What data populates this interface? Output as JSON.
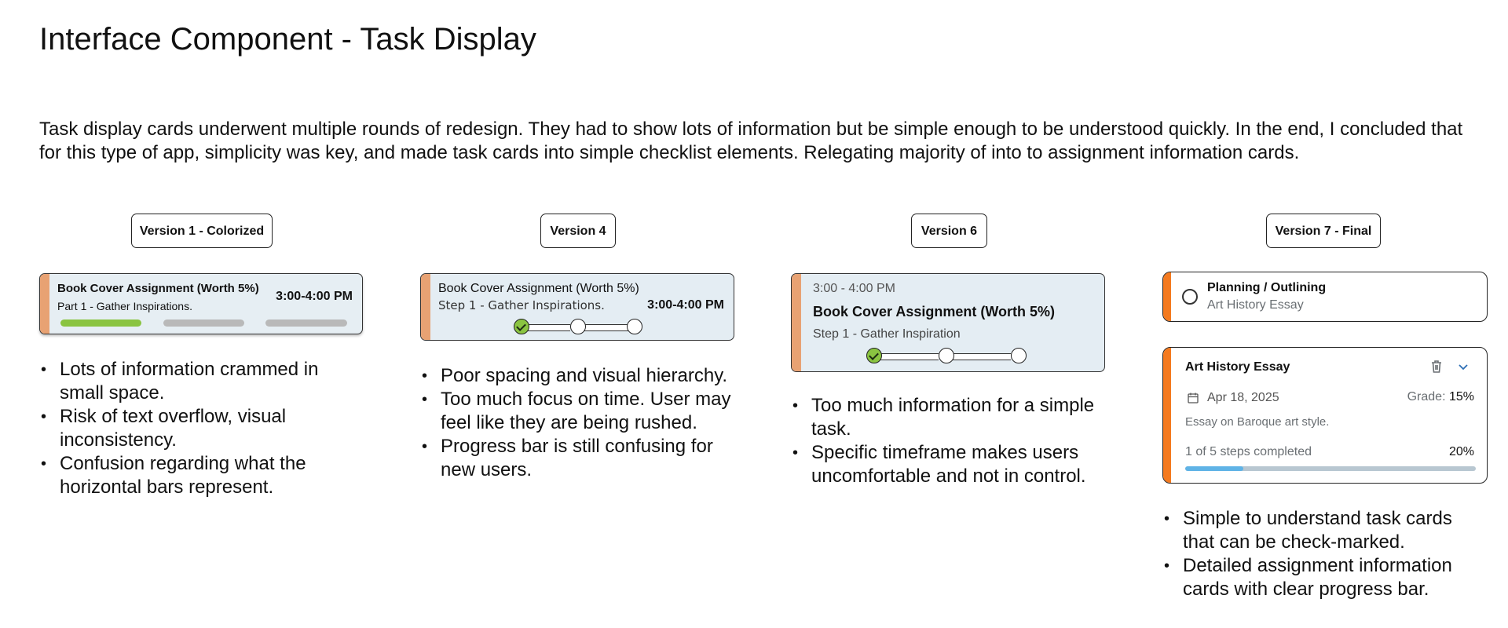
{
  "page": {
    "title": "Interface Component - Task Display",
    "intro": "Task display cards underwent multiple rounds of redesign. They had to show lots of information but be simple enough to be understood quickly. In the end, I concluded that for this type of app, simplicity was key, and made task cards into simple checklist elements. Relegating majority of into to assignment information cards."
  },
  "colors": {
    "accent_peach": "#e8a273",
    "accent_orange": "#f47a1f",
    "card_bg": "#e4edf3",
    "progress_green": "#8ac441",
    "progress_gray": "#b9b9b9",
    "progress_blue": "#5fb3e6",
    "progress_track": "#b8c7d1"
  },
  "v1": {
    "label": "Version 1 - Colorized",
    "card": {
      "title": "Book Cover Assignment (Worth 5%)",
      "step": "Part 1 - Gather Inspirations.",
      "time": "3:00-4:00 PM",
      "segments": [
        "complete",
        "incomplete",
        "incomplete"
      ]
    },
    "notes": [
      "Lots of information crammed in small space.",
      "Risk of text overflow, visual inconsistency.",
      "Confusion regarding what the horizontal bars represent."
    ]
  },
  "v4": {
    "label": "Version 4",
    "card": {
      "title": "Book Cover Assignment (Worth 5%)",
      "step": "Step 1 - Gather Inspirations.",
      "time": "3:00-4:00 PM",
      "steps_done": 1,
      "steps_total": 3
    },
    "notes": [
      "Poor spacing and visual hierarchy.",
      "Too much focus on time. User may feel like they are being rushed.",
      "Progress bar is still confusing for new users."
    ]
  },
  "v6": {
    "label": "Version 6",
    "card": {
      "time": "3:00 - 4:00 PM",
      "title": "Book Cover Assignment (Worth 5%)",
      "step": "Step 1 - Gather Inspiration",
      "steps_done": 1,
      "steps_total": 3
    },
    "notes": [
      "Too much information for a simple task.",
      "Specific timeframe makes users uncomfortable and not in control."
    ]
  },
  "v7": {
    "label": "Version 7 - Final",
    "task": {
      "title": "Planning / Outlining",
      "subtitle": "Art History Essay",
      "checked": false
    },
    "assignment": {
      "title": "Art History Essay",
      "date": "Apr 18, 2025",
      "grade_label": "Grade:",
      "grade_value": "15%",
      "description": "Essay on Baroque art style.",
      "progress_text": "1 of 5 steps completed",
      "progress_percent_label": "20%",
      "progress": 0.2,
      "icons": {
        "delete": "trash-icon",
        "expand": "chevron-down-icon",
        "date": "calendar-icon"
      }
    },
    "notes": [
      "Simple to understand task cards that can be check-marked.",
      "Detailed assignment information cards with clear progress bar."
    ]
  }
}
